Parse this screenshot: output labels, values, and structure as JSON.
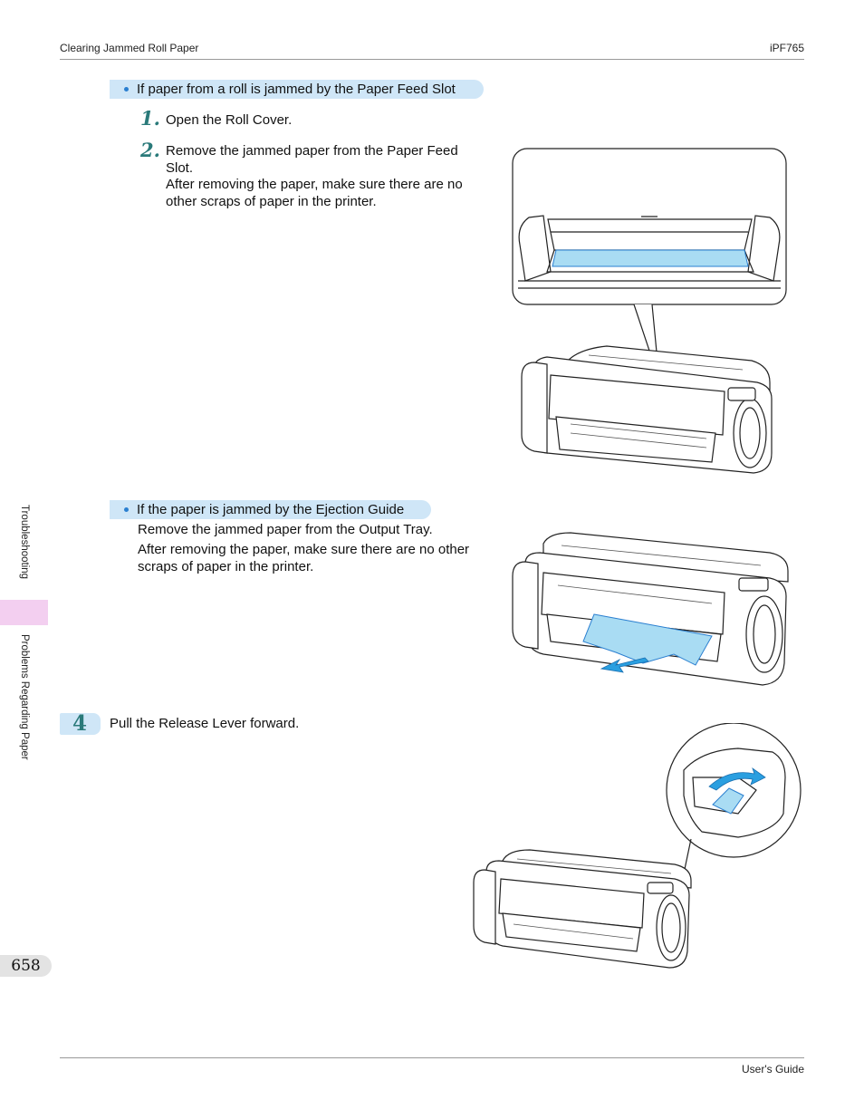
{
  "header": {
    "section_title": "Clearing Jammed Roll Paper",
    "model": "iPF765"
  },
  "section_a": {
    "heading": "If paper from a roll is jammed by the Paper Feed Slot",
    "steps": [
      {
        "num": "1.",
        "text": "Open the Roll Cover."
      },
      {
        "num": "2.",
        "text": "Remove the jammed paper from the Paper Feed Slot.",
        "note": "After removing the paper, make sure there are no other scraps of paper in the printer."
      }
    ]
  },
  "section_b": {
    "heading": "If the paper is jammed by the Ejection Guide",
    "line1": "Remove the jammed paper from the Output Tray.",
    "line2": "After removing the paper, make sure there are no other scraps of paper in the printer."
  },
  "step4": {
    "num": "4",
    "text": "Pull the Release Lever forward."
  },
  "side_tabs": {
    "chapter": "Troubleshooting",
    "section": "Problems Regarding Paper"
  },
  "page_number": "658",
  "footer": {
    "guide": "User's Guide"
  },
  "colors": {
    "highlight": "#cfe6f7",
    "accent_blue": "#2a9fe0",
    "paper_blue": "#a9dcf3",
    "side_tab": "#f3cff0"
  }
}
